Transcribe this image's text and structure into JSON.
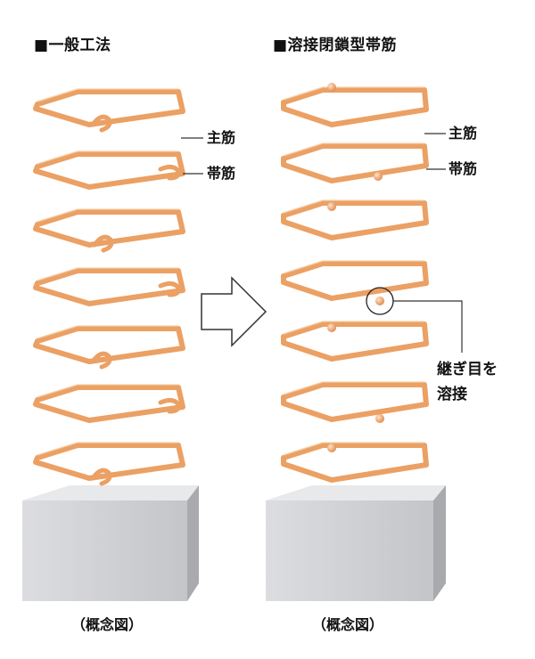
{
  "left_panel": {
    "heading": "■一般工法",
    "label_main_bar": "主筋",
    "label_hoop": "帯筋",
    "caption": "（概念図）"
  },
  "right_panel": {
    "heading": "■溶接閉鎖型帯筋",
    "label_main_bar": "主筋",
    "label_hoop": "帯筋",
    "weld_note_line1": "継ぎ目を",
    "weld_note_line2": "溶接",
    "caption": "（概念図）"
  },
  "arrow_icon": "right-outline-arrow-icon",
  "colors": {
    "rebar": "#6c6c72",
    "hoop": "#eba064",
    "hoop_highlight": "#f7cfa8",
    "concrete_front": "#d2d3d5",
    "concrete_top": "#e8e9ea",
    "concrete_side": "#a9aaad"
  }
}
